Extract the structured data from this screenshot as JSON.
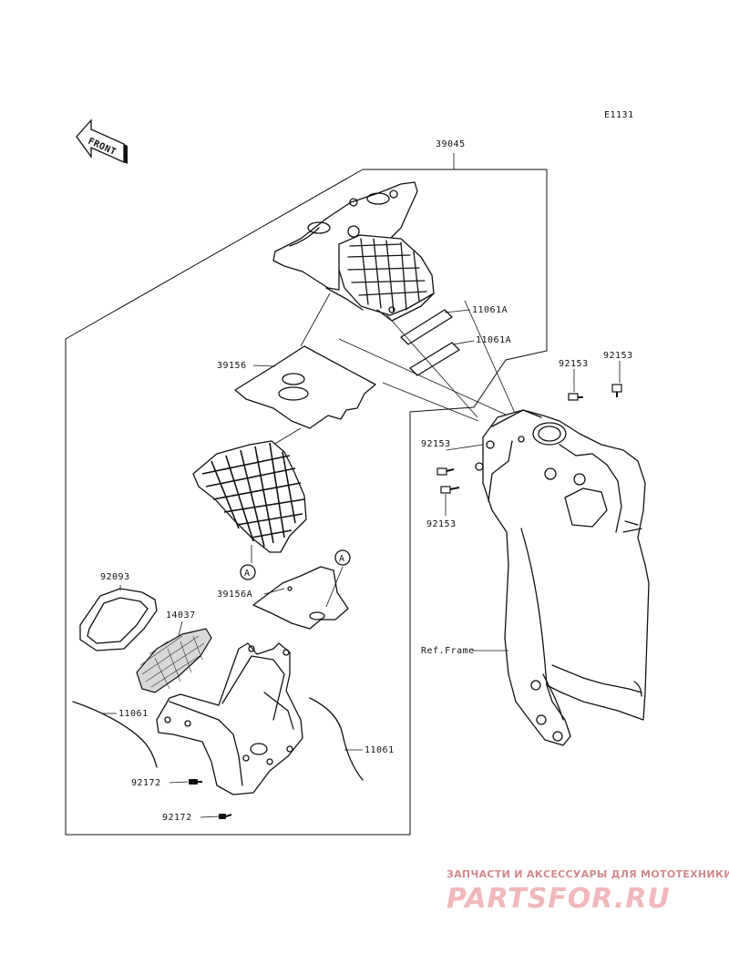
{
  "diagram_code": "E1131",
  "front_label": "FRONT",
  "callout_marker": "A",
  "labels": {
    "p39045": "39045",
    "p11061a_1": "11061A",
    "p11061a_2": "11061A",
    "p39156": "39156",
    "p92153_1": "92153",
    "p92153_2": "92153",
    "p92153_3": "92153",
    "p92153_4": "92153",
    "p92093": "92093",
    "p14037": "14037",
    "p39156a": "39156A",
    "p11061_1": "11061",
    "p11061_2": "11061",
    "p92172_1": "92172",
    "p92172_2": "92172",
    "ref_frame": "Ref.Frame"
  },
  "watermark": {
    "tagline": "ЗАПЧАСТИ И АКСЕССУАРЫ ДЛЯ МОТОТЕХНИКИ",
    "logo": "PARTSFOR.RU"
  }
}
